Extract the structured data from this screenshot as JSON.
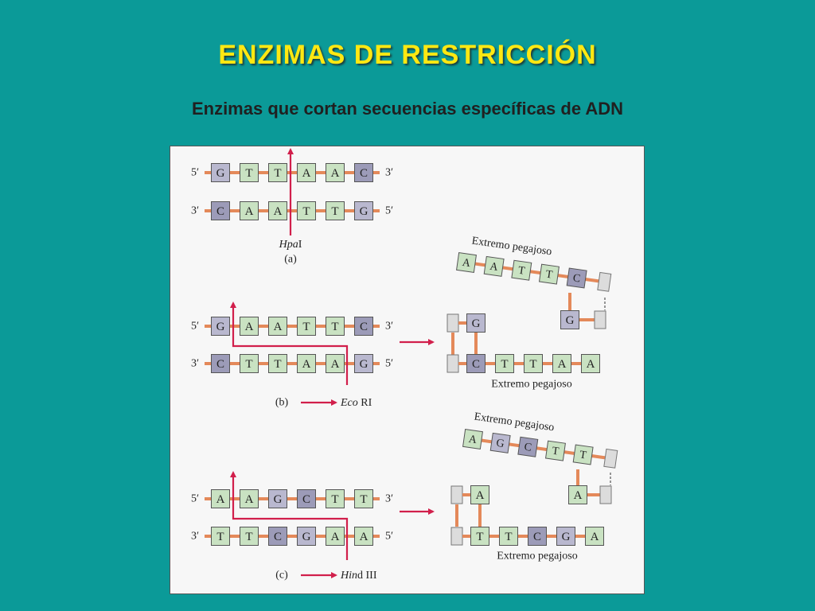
{
  "slide": {
    "title": "ENZIMAS DE RESTRICCIÓN",
    "subtitle": "Enzimas que cortan secuencias específicas de ADN"
  },
  "colors": {
    "background": "#0b9a98",
    "title": "#ffe812",
    "green_box": "#c9e2c2",
    "purple_box": "#b9b8cf",
    "gray_box": "#dcdcdc",
    "bond": "#e4895a",
    "arrow": "#d11f4b"
  },
  "labels": {
    "five_prime": "5′",
    "three_prime": "3′",
    "sticky_end": "Extremo pegajoso"
  },
  "panels": [
    {
      "id": "a",
      "marker": "(a)",
      "enzyme_prefix": "Hpa",
      "enzyme_suffix": "I",
      "top_strand": [
        "G",
        "T",
        "T",
        "A",
        "A",
        "C"
      ],
      "bottom_strand": [
        "C",
        "A",
        "A",
        "T",
        "T",
        "G"
      ]
    },
    {
      "id": "b",
      "marker": "(b)",
      "enzyme_prefix": "Eco",
      "enzyme_suffix": " RI",
      "top_strand": [
        "G",
        "A",
        "A",
        "T",
        "T",
        "C"
      ],
      "bottom_strand": [
        "C",
        "T",
        "T",
        "A",
        "A",
        "G"
      ],
      "upper_fragment": [
        "A",
        "A",
        "T",
        "T",
        "C"
      ],
      "upper_fragment_pair": "G",
      "lower_fragment_pair": "G",
      "lower_fragment": [
        "C",
        "T",
        "T",
        "A",
        "A"
      ]
    },
    {
      "id": "c",
      "marker": "(c)",
      "enzyme_prefix": "Hin",
      "enzyme_suffix": "d III",
      "top_strand": [
        "A",
        "A",
        "G",
        "C",
        "T",
        "T"
      ],
      "bottom_strand": [
        "T",
        "T",
        "C",
        "G",
        "A",
        "A"
      ],
      "upper_fragment": [
        "A",
        "G",
        "C",
        "T",
        "T"
      ],
      "upper_fragment_pair": "A",
      "lower_fragment_pair": "A",
      "lower_fragment": [
        "T",
        "T",
        "C",
        "G",
        "A"
      ]
    }
  ]
}
